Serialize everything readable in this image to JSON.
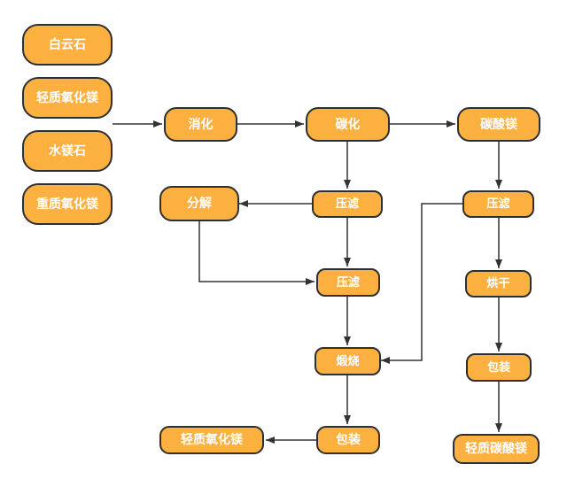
{
  "colors": {
    "node_fill": "#fbb040",
    "node_border": "#2f2f2f",
    "node_text": "#ffffff",
    "edge": "#333333"
  },
  "nodes": {
    "dolomite": "白云石",
    "light_mgo_input": "轻质氧化镁",
    "brucite": "水镁石",
    "heavy_mgo": "重质氧化镁",
    "digestion": "消化",
    "carbonation": "碳化",
    "magnesium_carbonate": "碳酸镁",
    "press_filter_1": "压滤",
    "decomposition": "分解",
    "press_filter_2": "压滤",
    "press_filter_3": "压滤",
    "drying": "烘干",
    "calcination": "煅烧",
    "packaging_1": "包装",
    "packaging_2": "包装",
    "light_mgo_output": "轻质氧化镁",
    "light_mg_carbonate": "轻质碳酸镁"
  }
}
